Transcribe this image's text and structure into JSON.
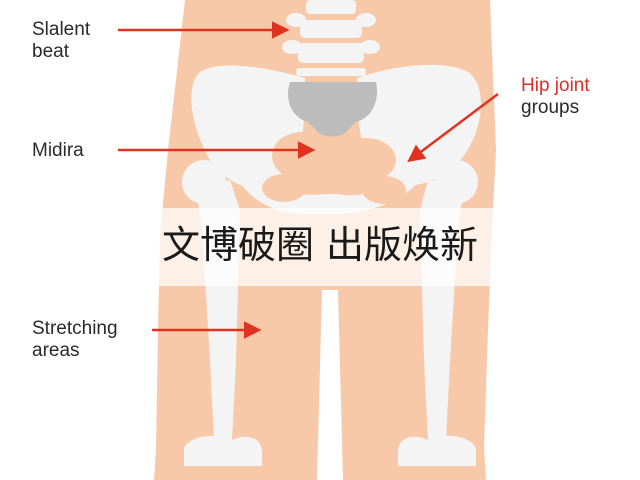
{
  "labels": {
    "slalent_beat": {
      "line1": "Slalent",
      "line2": "beat"
    },
    "midira": {
      "line1": "Midira"
    },
    "stretching_areas": {
      "line1": "Stretching",
      "line2": "areas"
    },
    "hip_joint_groups": {
      "line1": "Hip joint",
      "line2": "groups"
    }
  },
  "banner": {
    "text": "文博破圈 出版焕新"
  },
  "colors": {
    "skin": "#f8c9a8",
    "bone": "#f4f4f4",
    "vertebra_dark": "#bcbcbc",
    "arrow": "#e0321f",
    "accent_label": "#d9302a",
    "text": "#2a2a2a"
  }
}
